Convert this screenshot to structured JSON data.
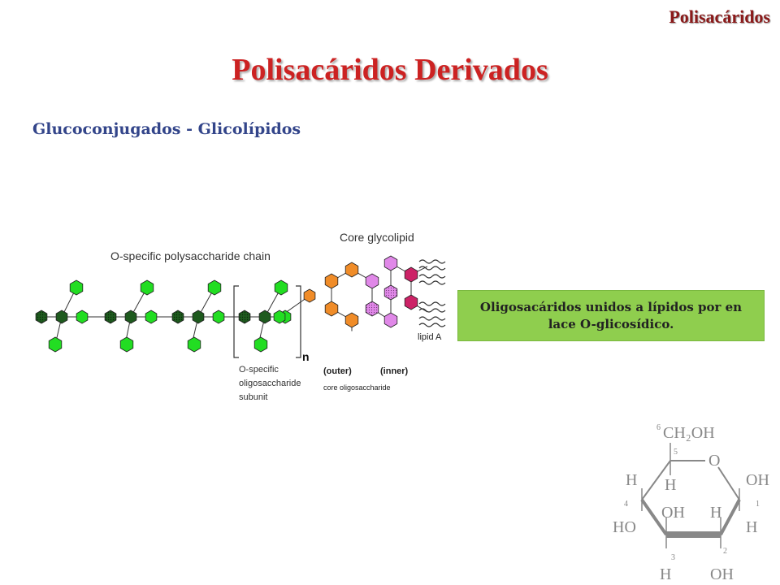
{
  "header": {
    "corner_title": "Polisacáridos",
    "title": "Polisacáridos Derivados",
    "subtitle": "Glucoconjugados - Glicolípidos"
  },
  "diagram": {
    "chain_label": "O-specific polysaccharide chain",
    "core_label": "Core glycolipid",
    "n_label": "n",
    "subunit_line1": "O-specific",
    "subunit_line2": "oligosaccharide",
    "subunit_line3": "subunit",
    "outer_label": "(outer)",
    "inner_label": "(inner)",
    "core_oligo_label": "core oligosaccharide",
    "lipid_label": "lipid A",
    "colors": {
      "dark_green": "#1e5a1e",
      "bright_green": "#22dd22",
      "orange": "#f08c28",
      "violet": "#e088e8",
      "magenta": "#cc2266"
    }
  },
  "note": {
    "text": "Oligosacáridos unidos a lípidos por en lace O-glicosídico."
  },
  "glucose": {
    "ch2oh": "CH₂OH",
    "c6": "6",
    "c5": "5",
    "c4": "4",
    "c3": "3",
    "c2": "2",
    "c1": "1",
    "ring_o": "O",
    "h_c5": "H",
    "h_c4": "H",
    "ho_c4": "HO",
    "oh_c1": "OH",
    "h_c1": "H",
    "oh_c3": "OH",
    "h_c3": "H",
    "h_c2": "H",
    "oh_c2": "OH"
  }
}
